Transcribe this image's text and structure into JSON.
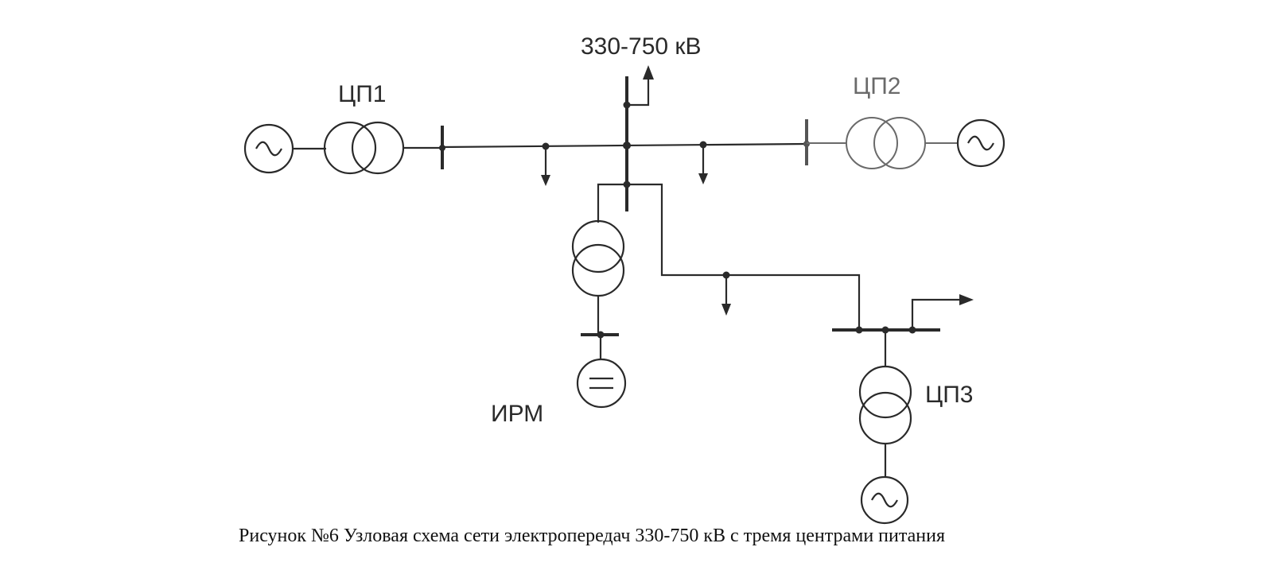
{
  "labels": {
    "cp1": "ЦП1",
    "cp2": "ЦП2",
    "cp3": "ЦП3",
    "voltage": "330-750 кВ",
    "irm": "ИРМ"
  },
  "caption": "Рисунок №6 Узловая схема сети электропередач  330-750 кВ с тремя  центрами питания"
}
